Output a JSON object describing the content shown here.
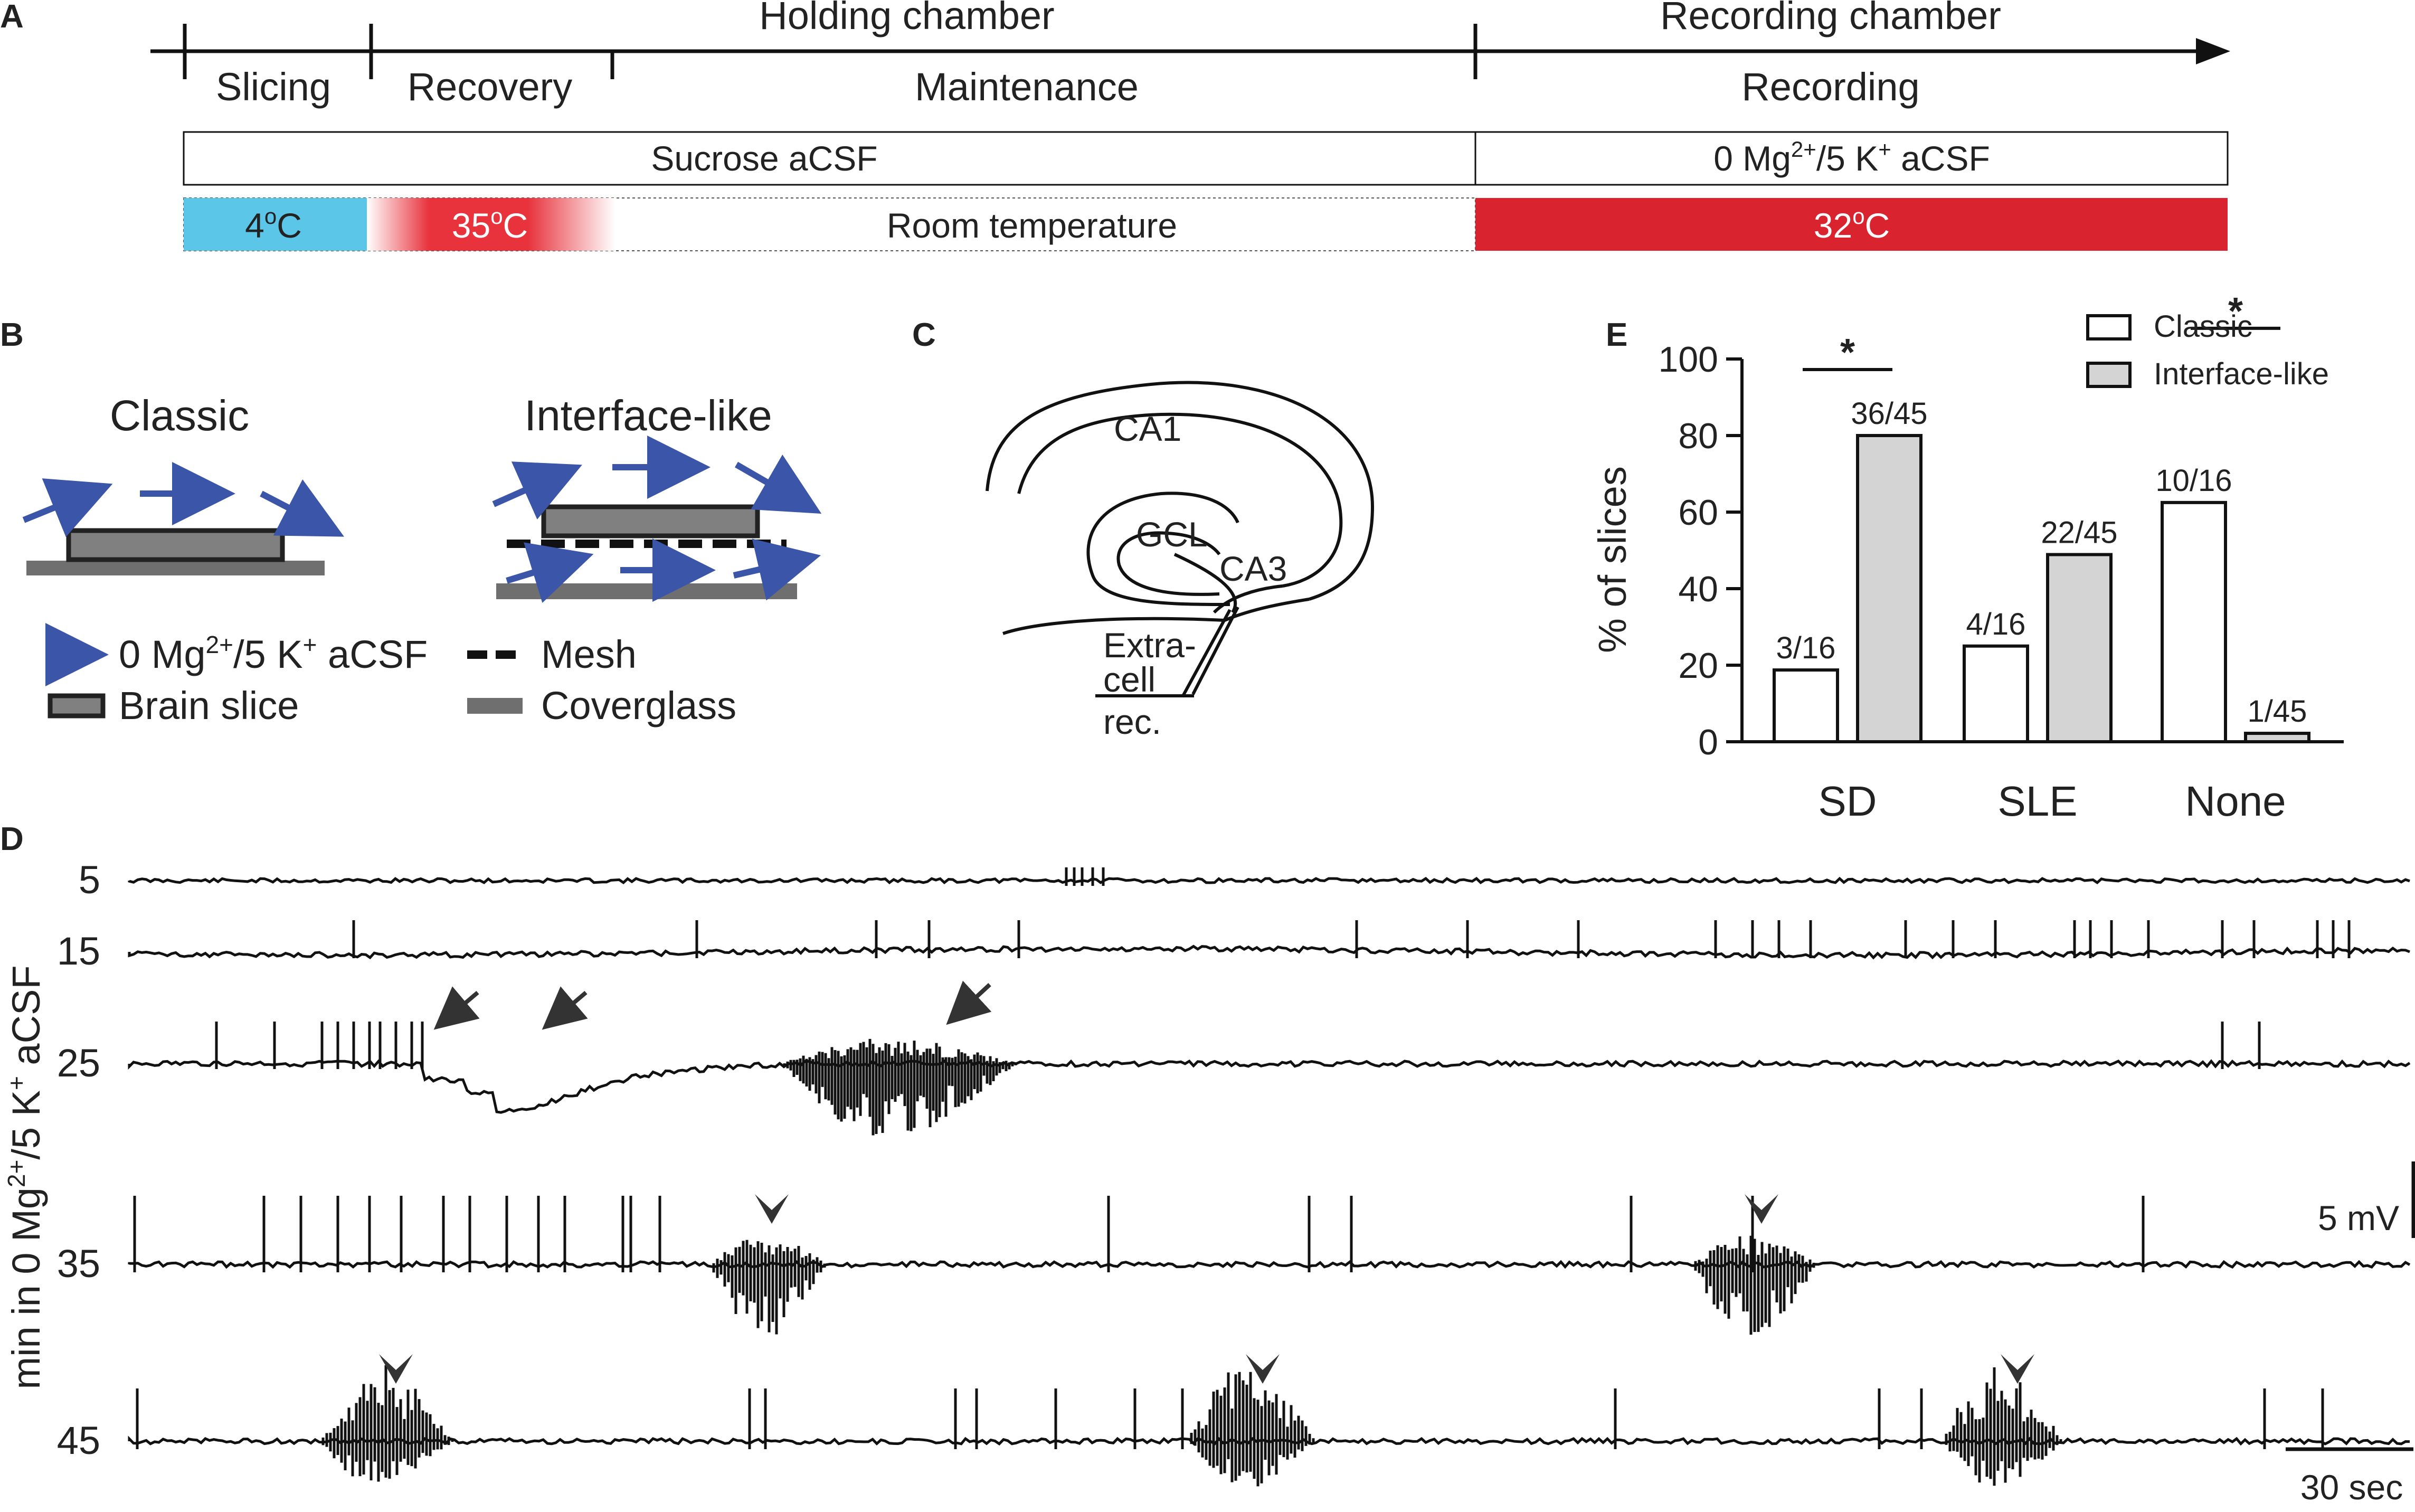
{
  "panel_letters": {
    "a": "A",
    "b": "B",
    "c": "C",
    "d": "D",
    "e": "E"
  },
  "panel_a": {
    "holding_chamber": "Holding chamber",
    "recording_chamber": "Recording chamber",
    "slicing": "Slicing",
    "recovery": "Recovery",
    "maintenance": "Maintenance",
    "recording": "Recording",
    "sucrose": "Sucrose aCSF",
    "acsf_pre": "0 Mg",
    "acsf_sup1": "2+",
    "acsf_mid": "/5 K",
    "acsf_sup2": "+",
    "acsf_post": " aCSF",
    "t4_num": "4",
    "t35_num": "35",
    "t32_num": "32",
    "deg_o": "o",
    "deg_c": "C",
    "room_temp": "Room temperature",
    "colors": {
      "cold": "#5bc6e8",
      "warm": "#d9232e"
    }
  },
  "panel_b": {
    "classic": "Classic",
    "interface": "Interface-like",
    "legend_acsf_pre": "0 Mg",
    "legend_acsf_sup1": "2+",
    "legend_acsf_mid": "/5 K",
    "legend_acsf_sup2": "+",
    "legend_acsf_post": " aCSF",
    "legend_slice": "Brain slice",
    "legend_mesh": "Mesh",
    "legend_cover": "Coverglass",
    "colors": {
      "arrow": "#3b55a8",
      "slice": "#808080",
      "cover": "#6f6f6f"
    }
  },
  "panel_c": {
    "ca1": "CA1",
    "gcl": "GCL",
    "ca3": "CA3",
    "rec1": "Extra-",
    "rec2": "cell",
    "rec3": "rec."
  },
  "panel_d": {
    "ylabel_pre": "min in 0 Mg",
    "ylabel_sup1": "2+",
    "ylabel_mid": "/5 K",
    "ylabel_sup2": "+",
    "ylabel_post": " aCSF",
    "row_labels": [
      "5",
      "15",
      "25",
      "35",
      "45"
    ],
    "scale_v": "5 mV",
    "scale_t": "30 sec"
  },
  "chart_data": {
    "type": "bar",
    "categories": [
      "SD",
      "SLE",
      "None"
    ],
    "series": [
      {
        "name": "Classic",
        "values": [
          18.75,
          25,
          62.5
        ],
        "labels": [
          "3/16",
          "4/16",
          "10/16"
        ]
      },
      {
        "name": "Interface-like",
        "values": [
          80,
          48.9,
          2.2
        ],
        "labels": [
          "36/45",
          "22/45",
          "1/45"
        ]
      }
    ],
    "ylabel": "% of slices",
    "ylim": [
      0,
      100
    ],
    "yticks": [
      "0",
      "20",
      "40",
      "60",
      "80",
      "100"
    ],
    "significance": [
      {
        "category": "SD",
        "mark": "*"
      },
      {
        "category": "None",
        "mark": "*"
      }
    ],
    "legend_position": "top-right",
    "colors": {
      "Classic": "#ffffff",
      "Interface-like": "#d4d4d4"
    }
  }
}
